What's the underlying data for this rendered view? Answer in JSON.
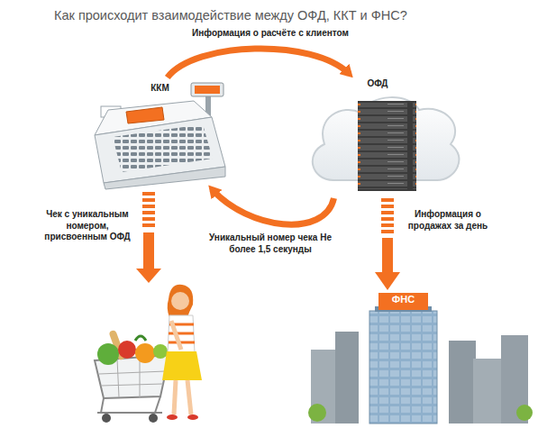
{
  "diagram": {
    "title": "Как происходит взаимодействие между ОФД, ККТ и ФНС?",
    "nodes": [
      {
        "text": [
          "ККМ"
        ]
      },
      {
        "text": [
          "ОФД"
        ]
      },
      {
        "text": [
          "ФНС"
        ]
      }
    ],
    "edges": [
      {
        "from": 0,
        "to": 1,
        "label": "Информация о расчёте с клиентом",
        "arrow": "to"
      },
      {
        "from": 1,
        "to": 0,
        "label": "Уникальный номер чека Не более 1,5 секунды",
        "arrow": "to"
      },
      {
        "from": 1,
        "to": 2,
        "label": "Информация о продажах за день",
        "arrow": "to"
      }
    ],
    "labels": [
      "Чек с уникальным номером, присвоенным ОФД"
    ]
  }
}
